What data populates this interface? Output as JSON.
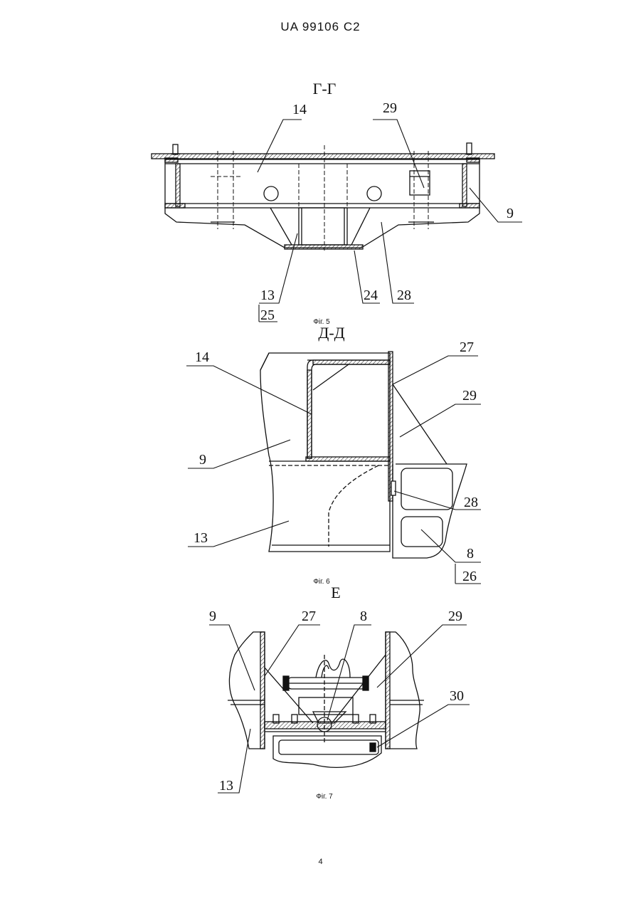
{
  "header": "UA   99106   C2",
  "page_number": "4",
  "figures": {
    "fig5": {
      "section_title": "Г-Г",
      "caption": "Фіг. 5",
      "labels": [
        "14",
        "29",
        "9",
        "13",
        "25",
        "24",
        "28"
      ]
    },
    "fig6": {
      "section_title": "Д-Д",
      "caption": "Фіг. 6",
      "labels": [
        "14",
        "27",
        "29",
        "9",
        "28",
        "13",
        "8",
        "26"
      ]
    },
    "fig7": {
      "section_title": "Е",
      "caption": "Фіг. 7",
      "labels": [
        "9",
        "27",
        "8",
        "29",
        "30",
        "13"
      ]
    }
  }
}
